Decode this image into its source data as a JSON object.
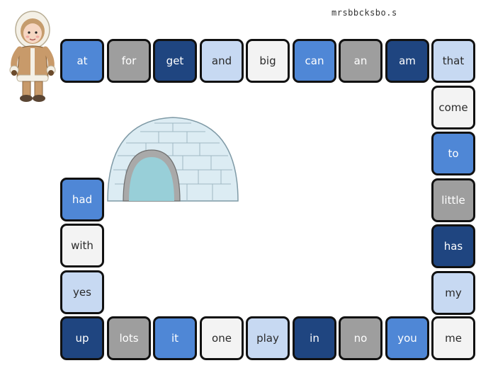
{
  "credit": "mrsbbcksbo.s",
  "colors": {
    "mid": "#4f87d6",
    "gray": "#9e9e9e",
    "dark": "#1f4580",
    "light": "#c7d9f2",
    "white": "#f3f3f3"
  },
  "tiles": [
    {
      "word": "at",
      "color": "mid"
    },
    {
      "word": "for",
      "color": "gray"
    },
    {
      "word": "get",
      "color": "dark"
    },
    {
      "word": "and",
      "color": "light"
    },
    {
      "word": "big",
      "color": "white"
    },
    {
      "word": "can",
      "color": "mid"
    },
    {
      "word": "an",
      "color": "gray"
    },
    {
      "word": "am",
      "color": "dark"
    },
    {
      "word": "that",
      "color": "light"
    },
    {
      "word": "come",
      "color": "white"
    },
    {
      "word": "to",
      "color": "mid"
    },
    {
      "word": "little",
      "color": "gray"
    },
    {
      "word": "has",
      "color": "dark"
    },
    {
      "word": "my",
      "color": "light"
    },
    {
      "word": "me",
      "color": "white"
    },
    {
      "word": "you",
      "color": "mid"
    },
    {
      "word": "no",
      "color": "gray"
    },
    {
      "word": "in",
      "color": "dark"
    },
    {
      "word": "play",
      "color": "light"
    },
    {
      "word": "one",
      "color": "white"
    },
    {
      "word": "it",
      "color": "mid"
    },
    {
      "word": "lots",
      "color": "gray"
    },
    {
      "word": "up",
      "color": "dark"
    },
    {
      "word": "yes",
      "color": "light"
    },
    {
      "word": "with",
      "color": "white"
    },
    {
      "word": "had",
      "color": "mid"
    }
  ],
  "icons": {
    "character": "eskimo-child-icon",
    "igloo": "igloo-icon"
  }
}
